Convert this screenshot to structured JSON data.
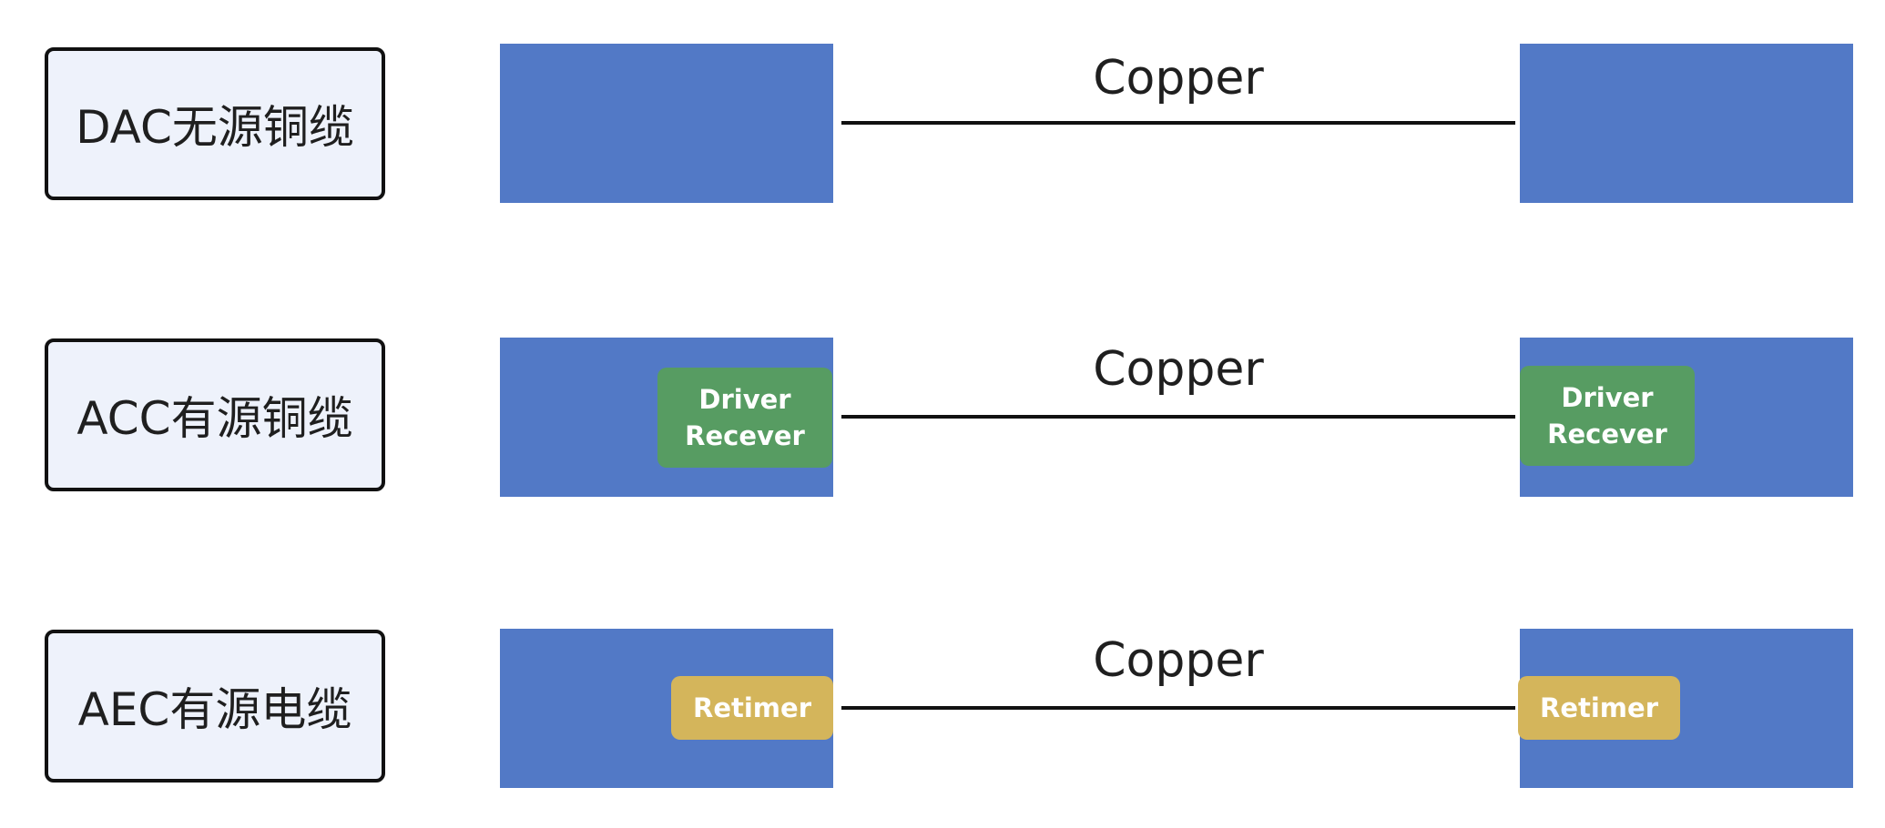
{
  "rows": [
    {
      "label": "DAC无源铜缆",
      "wire_label": "Copper",
      "left_chip": null,
      "right_chip": null
    },
    {
      "label": "ACC有源铜缆",
      "wire_label": "Copper",
      "left_chip": "Driver\nRecever",
      "right_chip": "Driver\nRecever"
    },
    {
      "label": "AEC有源电缆",
      "wire_label": "Copper",
      "left_chip": "Retimer",
      "right_chip": "Retimer"
    }
  ],
  "colors": {
    "module": "#5279c6",
    "label_box_fill": "#eef2fb",
    "driver_chip": "#579c62",
    "retimer_chip": "#d4b55b",
    "wire": "#111111"
  }
}
